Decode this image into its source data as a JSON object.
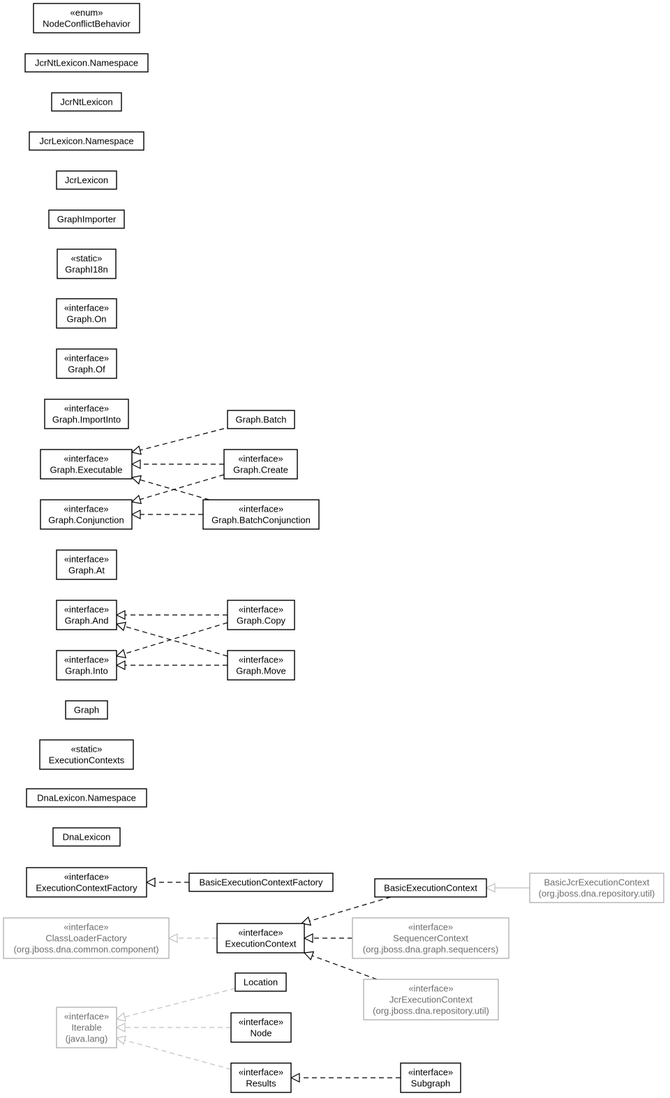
{
  "diagram": {
    "nodes": [
      {
        "id": "NodeConflictBehavior",
        "lines": [
          "«enum»",
          "NodeConflictBehavior"
        ],
        "external": false
      },
      {
        "id": "JcrNtLexiconNamespace",
        "lines": [
          "JcrNtLexicon.Namespace"
        ],
        "external": false
      },
      {
        "id": "JcrNtLexicon",
        "lines": [
          "JcrNtLexicon"
        ],
        "external": false
      },
      {
        "id": "JcrLexiconNamespace",
        "lines": [
          "JcrLexicon.Namespace"
        ],
        "external": false
      },
      {
        "id": "JcrLexicon",
        "lines": [
          "JcrLexicon"
        ],
        "external": false
      },
      {
        "id": "GraphImporter",
        "lines": [
          "GraphImporter"
        ],
        "external": false
      },
      {
        "id": "GraphI18n",
        "lines": [
          "«static»",
          "GraphI18n"
        ],
        "external": false
      },
      {
        "id": "GraphOn",
        "lines": [
          "«interface»",
          "Graph.On"
        ],
        "external": false
      },
      {
        "id": "GraphOf",
        "lines": [
          "«interface»",
          "Graph.Of"
        ],
        "external": false
      },
      {
        "id": "GraphImportInto",
        "lines": [
          "«interface»",
          "Graph.ImportInto"
        ],
        "external": false
      },
      {
        "id": "GraphBatch",
        "lines": [
          "Graph.Batch"
        ],
        "external": false
      },
      {
        "id": "GraphExecutable",
        "lines": [
          "«interface»",
          "Graph.Executable"
        ],
        "external": false
      },
      {
        "id": "GraphCreate",
        "lines": [
          "«interface»",
          "Graph.Create"
        ],
        "external": false
      },
      {
        "id": "GraphConjunction",
        "lines": [
          "«interface»",
          "Graph.Conjunction"
        ],
        "external": false
      },
      {
        "id": "GraphBatchConjunction",
        "lines": [
          "«interface»",
          "Graph.BatchConjunction"
        ],
        "external": false
      },
      {
        "id": "GraphAt",
        "lines": [
          "«interface»",
          "Graph.At"
        ],
        "external": false
      },
      {
        "id": "GraphAnd",
        "lines": [
          "«interface»",
          "Graph.And"
        ],
        "external": false
      },
      {
        "id": "GraphCopy",
        "lines": [
          "«interface»",
          "Graph.Copy"
        ],
        "external": false
      },
      {
        "id": "GraphInto",
        "lines": [
          "«interface»",
          "Graph.Into"
        ],
        "external": false
      },
      {
        "id": "GraphMove",
        "lines": [
          "«interface»",
          "Graph.Move"
        ],
        "external": false
      },
      {
        "id": "Graph",
        "lines": [
          "Graph"
        ],
        "external": false
      },
      {
        "id": "ExecutionContexts",
        "lines": [
          "«static»",
          "ExecutionContexts"
        ],
        "external": false
      },
      {
        "id": "DnaLexiconNamespace",
        "lines": [
          "DnaLexicon.Namespace"
        ],
        "external": false
      },
      {
        "id": "DnaLexicon",
        "lines": [
          "DnaLexicon"
        ],
        "external": false
      },
      {
        "id": "ExecutionContextFactory",
        "lines": [
          "«interface»",
          "ExecutionContextFactory"
        ],
        "external": false
      },
      {
        "id": "BasicExecutionContextFactory",
        "lines": [
          "BasicExecutionContextFactory"
        ],
        "external": false
      },
      {
        "id": "BasicExecutionContext",
        "lines": [
          "BasicExecutionContext"
        ],
        "external": false
      },
      {
        "id": "BasicJcrExecutionContext",
        "lines": [
          "BasicJcrExecutionContext",
          "(org.jboss.dna.repository.util)"
        ],
        "external": true
      },
      {
        "id": "ClassLoaderFactory",
        "lines": [
          "«interface»",
          "ClassLoaderFactory",
          "(org.jboss.dna.common.component)"
        ],
        "external": true
      },
      {
        "id": "ExecutionContext",
        "lines": [
          "«interface»",
          "ExecutionContext"
        ],
        "external": false
      },
      {
        "id": "SequencerContext",
        "lines": [
          "«interface»",
          "SequencerContext",
          "(org.jboss.dna.graph.sequencers)"
        ],
        "external": true
      },
      {
        "id": "Location",
        "lines": [
          "Location"
        ],
        "external": false
      },
      {
        "id": "JcrExecutionContext",
        "lines": [
          "«interface»",
          "JcrExecutionContext",
          "(org.jboss.dna.repository.util)"
        ],
        "external": true
      },
      {
        "id": "Iterable",
        "lines": [
          "«interface»",
          "Iterable",
          "(java.lang)"
        ],
        "external": true
      },
      {
        "id": "Node",
        "lines": [
          "«interface»",
          "Node"
        ],
        "external": false
      },
      {
        "id": "Results",
        "lines": [
          "«interface»",
          "Results"
        ],
        "external": false
      },
      {
        "id": "Subgraph",
        "lines": [
          "«interface»",
          "Subgraph"
        ],
        "external": false
      }
    ],
    "edges": [
      {
        "from": "GraphBatch",
        "to": "GraphExecutable",
        "kind": "realization",
        "external": false
      },
      {
        "from": "GraphCreate",
        "to": "GraphExecutable",
        "kind": "realization",
        "external": false
      },
      {
        "from": "GraphCreate",
        "to": "GraphConjunction",
        "kind": "realization",
        "external": false
      },
      {
        "from": "GraphBatchConjunction",
        "to": "GraphExecutable",
        "kind": "realization",
        "external": false
      },
      {
        "from": "GraphBatchConjunction",
        "to": "GraphConjunction",
        "kind": "realization",
        "external": false
      },
      {
        "from": "GraphCopy",
        "to": "GraphAnd",
        "kind": "realization",
        "external": false
      },
      {
        "from": "GraphCopy",
        "to": "GraphInto",
        "kind": "realization",
        "external": false
      },
      {
        "from": "GraphMove",
        "to": "GraphAnd",
        "kind": "realization",
        "external": false
      },
      {
        "from": "GraphMove",
        "to": "GraphInto",
        "kind": "realization",
        "external": false
      },
      {
        "from": "BasicExecutionContextFactory",
        "to": "ExecutionContextFactory",
        "kind": "realization",
        "external": false
      },
      {
        "from": "BasicJcrExecutionContext",
        "to": "BasicExecutionContext",
        "kind": "generalization",
        "external": true
      },
      {
        "from": "BasicExecutionContext",
        "to": "ExecutionContext",
        "kind": "realization",
        "external": false
      },
      {
        "from": "ExecutionContext",
        "to": "ClassLoaderFactory",
        "kind": "realization",
        "external": true
      },
      {
        "from": "SequencerContext",
        "to": "ExecutionContext",
        "kind": "realization",
        "external": false
      },
      {
        "from": "JcrExecutionContext",
        "to": "ExecutionContext",
        "kind": "realization",
        "external": false
      },
      {
        "from": "Location",
        "to": "Iterable",
        "kind": "realization",
        "external": true
      },
      {
        "from": "Node",
        "to": "Iterable",
        "kind": "realization",
        "external": true
      },
      {
        "from": "Results",
        "to": "Iterable",
        "kind": "realization",
        "external": true
      },
      {
        "from": "Subgraph",
        "to": "Results",
        "kind": "realization",
        "external": false
      }
    ]
  }
}
